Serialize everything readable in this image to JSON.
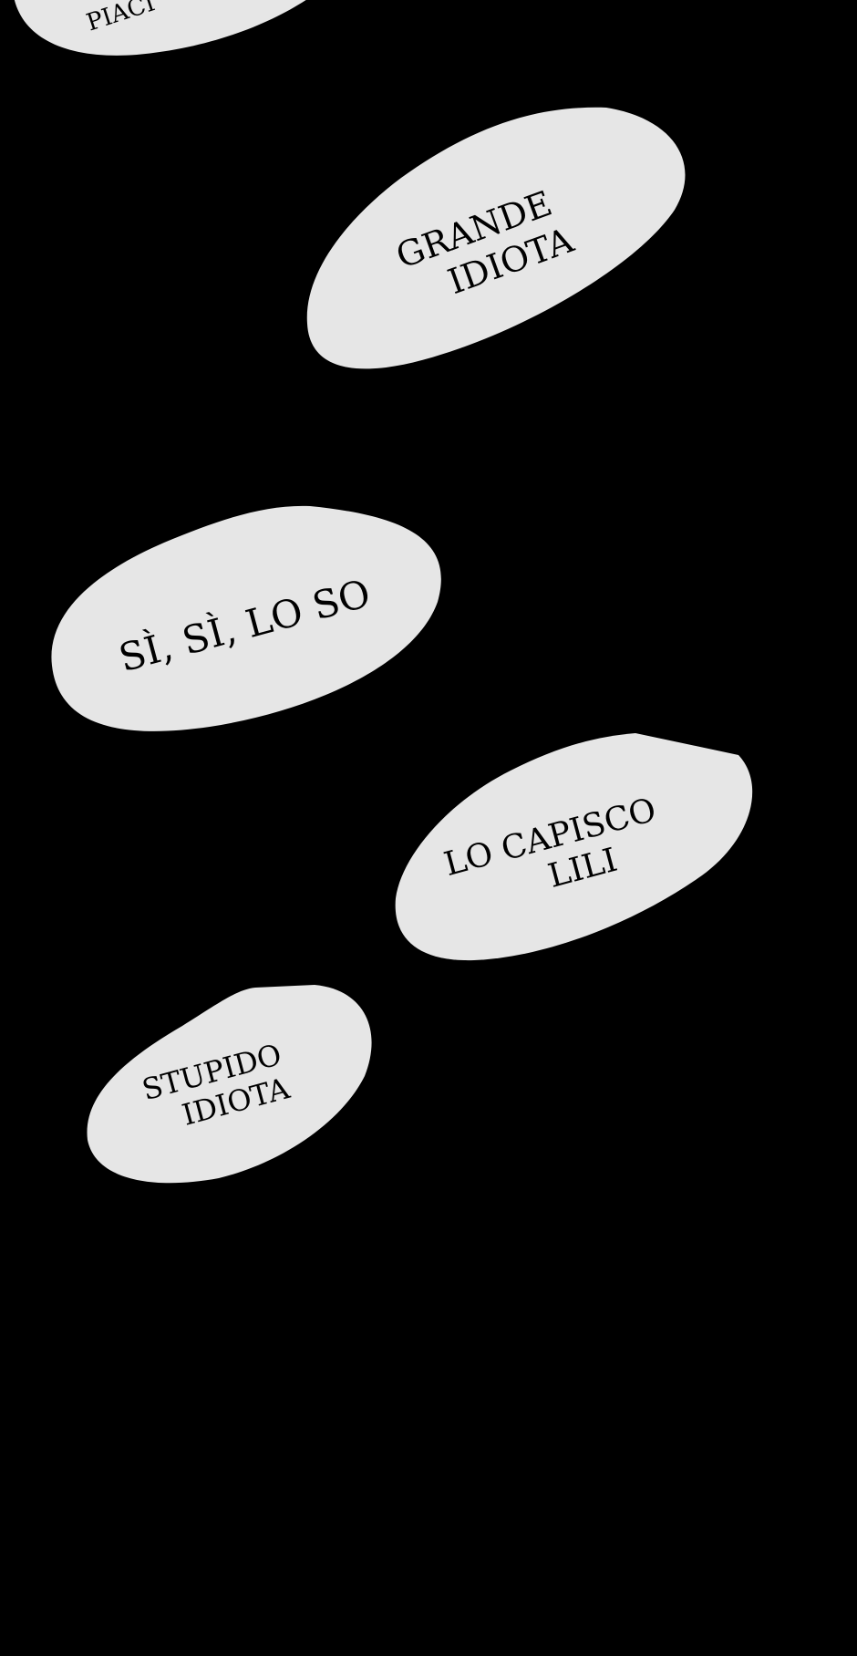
{
  "bubbles": [
    {
      "id": "top",
      "lines": [
        "PIACI"
      ]
    },
    {
      "id": "grande",
      "lines": [
        "GRANDE",
        "IDIOTA"
      ]
    },
    {
      "id": "si",
      "lines": [
        "SÌ, SÌ, LO SO"
      ]
    },
    {
      "id": "capisco",
      "lines": [
        "LO CAPISCO",
        "LILI"
      ]
    },
    {
      "id": "stupido",
      "lines": [
        "STUPIDO",
        "IDIOTA"
      ]
    }
  ],
  "colors": {
    "background": "#000000",
    "bubble": "#e6e6e6",
    "text": "#000000"
  }
}
